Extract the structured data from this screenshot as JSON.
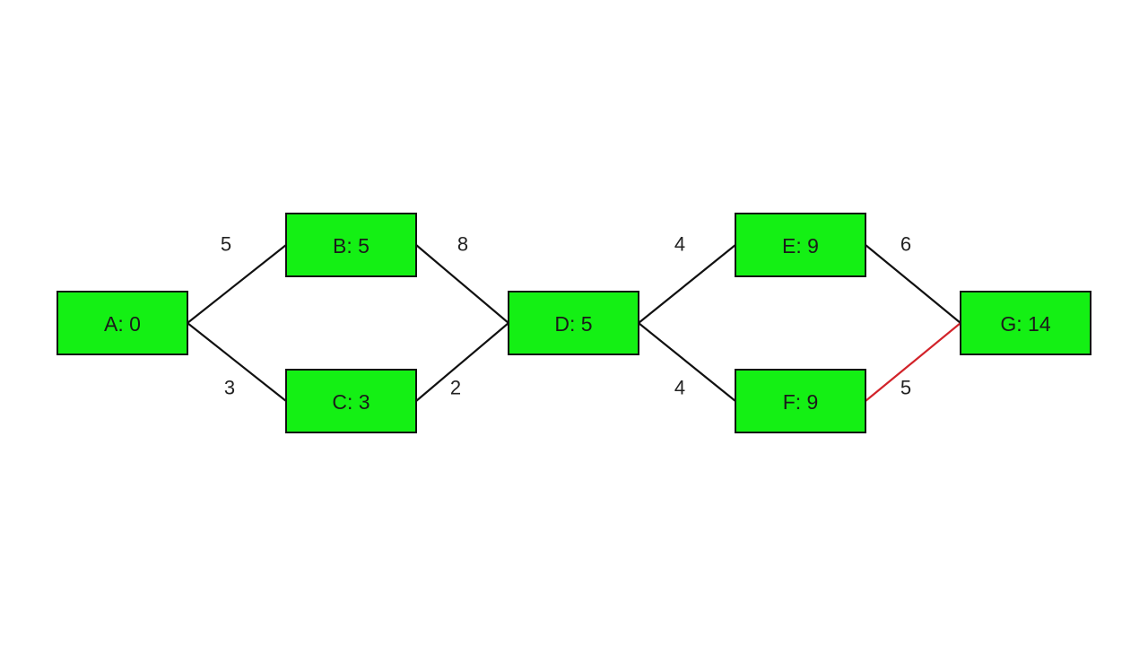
{
  "colors": {
    "background": "#ffffff",
    "node_fill": "#14f014",
    "node_stroke": "#111111",
    "edge": "#111111",
    "edge_highlight": "#d2232a"
  },
  "nodes": [
    {
      "id": "A",
      "label": "A: 0"
    },
    {
      "id": "B",
      "label": "B: 5"
    },
    {
      "id": "C",
      "label": "C: 3"
    },
    {
      "id": "D",
      "label": "D: 5"
    },
    {
      "id": "E",
      "label": "E: 9"
    },
    {
      "id": "F",
      "label": "F: 9"
    },
    {
      "id": "G",
      "label": "G: 14"
    }
  ],
  "edges": [
    {
      "from": "A",
      "to": "B",
      "weight": "5",
      "highlighted": false
    },
    {
      "from": "A",
      "to": "C",
      "weight": "3",
      "highlighted": false
    },
    {
      "from": "B",
      "to": "D",
      "weight": "8",
      "highlighted": false
    },
    {
      "from": "C",
      "to": "D",
      "weight": "2",
      "highlighted": false
    },
    {
      "from": "D",
      "to": "E",
      "weight": "4",
      "highlighted": false
    },
    {
      "from": "D",
      "to": "F",
      "weight": "4",
      "highlighted": false
    },
    {
      "from": "E",
      "to": "G",
      "weight": "6",
      "highlighted": false
    },
    {
      "from": "F",
      "to": "G",
      "weight": "5",
      "highlighted": true
    }
  ]
}
